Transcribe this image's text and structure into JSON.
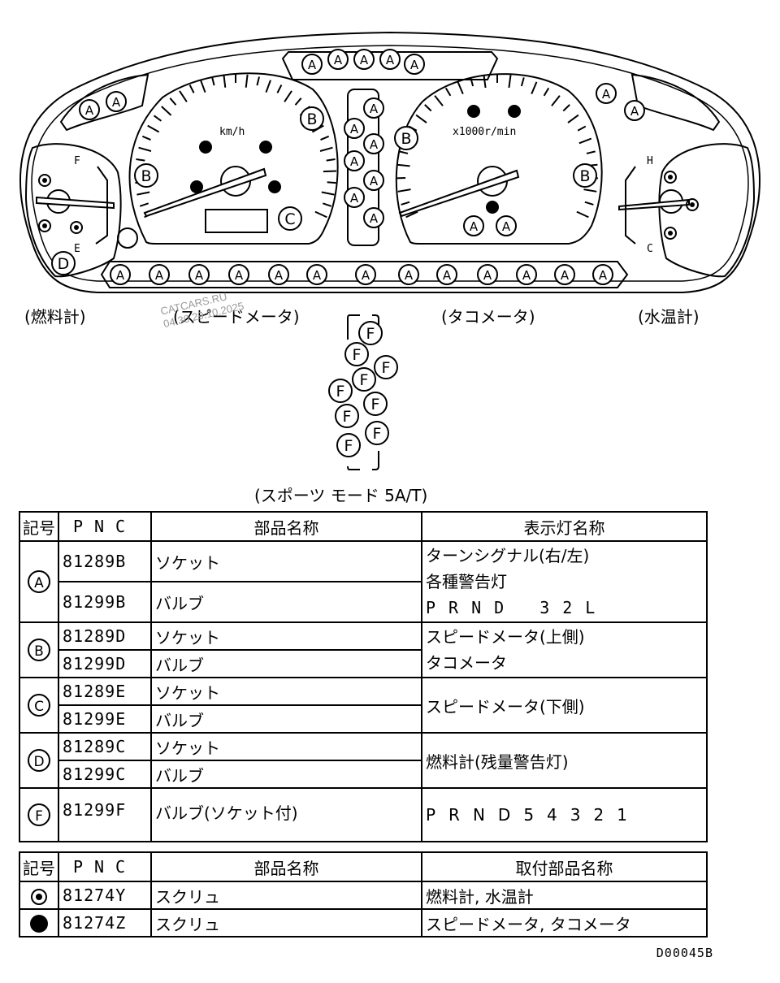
{
  "diagram": {
    "meter_labels": {
      "fuel": "(燃料計)",
      "speed": "(スピードメータ)",
      "tacho": "(タコメータ)",
      "temp": "(水温計)",
      "sports": "(スポーツ モード 5A/T)"
    },
    "gauge_text": {
      "kmh": "km/h",
      "rpm": "x1000r/min",
      "fuel_full": "F",
      "fuel_empty": "E",
      "temp_hot": "H",
      "temp_cold": "C"
    },
    "symbols": {
      "A": "A",
      "B": "B",
      "C": "C",
      "D": "D",
      "F": "F"
    },
    "watermark": [
      "CATCARS.RU",
      "04.30 29.10.2025"
    ],
    "drawing_code": "D00045B"
  },
  "table1": {
    "headers": {
      "symbol": "記号",
      "pnc": "PNC",
      "name": "部品名称",
      "lamp": "表示灯名称"
    },
    "groups": [
      {
        "symbol": "A",
        "rows": [
          {
            "pnc": "81289B",
            "name": "ソケット"
          },
          {
            "pnc": "81299B",
            "name": "バルブ"
          }
        ],
        "lamps": [
          "ターンシグナル(右/左)",
          "各種警告灯",
          "PRND 32L"
        ]
      },
      {
        "symbol": "B",
        "rows": [
          {
            "pnc": "81289D",
            "name": "ソケット"
          },
          {
            "pnc": "81299D",
            "name": "バルブ"
          }
        ],
        "lamps": [
          "スピードメータ(上側)",
          "タコメータ"
        ]
      },
      {
        "symbol": "C",
        "rows": [
          {
            "pnc": "81289E",
            "name": "ソケット"
          },
          {
            "pnc": "81299E",
            "name": "バルブ"
          }
        ],
        "lamps": [
          "スピードメータ(下側)"
        ]
      },
      {
        "symbol": "D",
        "rows": [
          {
            "pnc": "81289C",
            "name": "ソケット"
          },
          {
            "pnc": "81299C",
            "name": "バルブ"
          }
        ],
        "lamps": [
          "燃料計(残量警告灯)"
        ]
      },
      {
        "symbol": "F",
        "rows": [
          {
            "pnc": "81299F",
            "name": "バルブ(ソケット付)"
          }
        ],
        "lamps": [
          "PRND54321"
        ]
      }
    ]
  },
  "table2": {
    "headers": {
      "symbol": "記号",
      "pnc": "PNC",
      "name": "部品名称",
      "location": "取付部品名称"
    },
    "rows": [
      {
        "symbol_icon": "circle-dot-screw-icon",
        "pnc": "81274Y",
        "name": "スクリュ",
        "location": "燃料計, 水温計"
      },
      {
        "symbol_icon": "filled-circle-screw-icon",
        "pnc": "81274Z",
        "name": "スクリュ",
        "location": "スピードメータ, タコメータ"
      }
    ]
  }
}
